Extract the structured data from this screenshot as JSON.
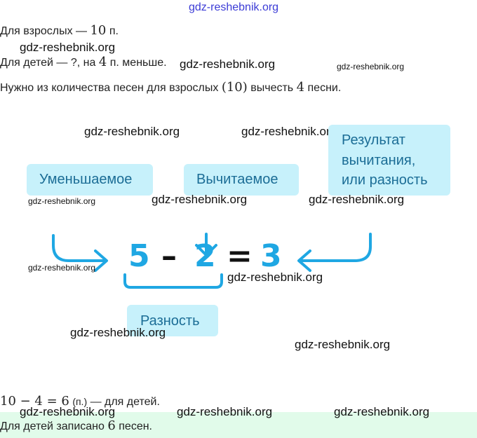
{
  "watermark": "gdz-reshebnik.org",
  "lines": {
    "adults_label": "Для взрослых —",
    "adults_value": "10",
    "adults_unit": "п.",
    "kids_label": "Для детей — ?, на",
    "kids_value": "4",
    "kids_unit": "п. меньше.",
    "need_a": "Нужно из количества песен для взрослых",
    "need_value1": "(10)",
    "need_b": "вычесть",
    "need_value2": "4",
    "need_c": "песни."
  },
  "diagram": {
    "minuend_label": "Уменьшаемое",
    "subtrahend_label": "Вычитаемое",
    "result_label_1": "Результат",
    "result_label_2": "вычитания,",
    "result_label_3": "или разность",
    "difference_label": "Разность",
    "n1": "5",
    "minus": "–",
    "n2": "2",
    "eq": "=",
    "n3": "3",
    "colors": {
      "accent": "#1fa7e3",
      "box": "#c7f1fb",
      "box_text": "#1b6d96"
    }
  },
  "solution": {
    "expr": "10 − 4 = 6",
    "unit": "(п.)",
    "tail": "— для детей."
  },
  "answer": {
    "a": "Для детей записано",
    "value": "6",
    "b": "песен."
  }
}
